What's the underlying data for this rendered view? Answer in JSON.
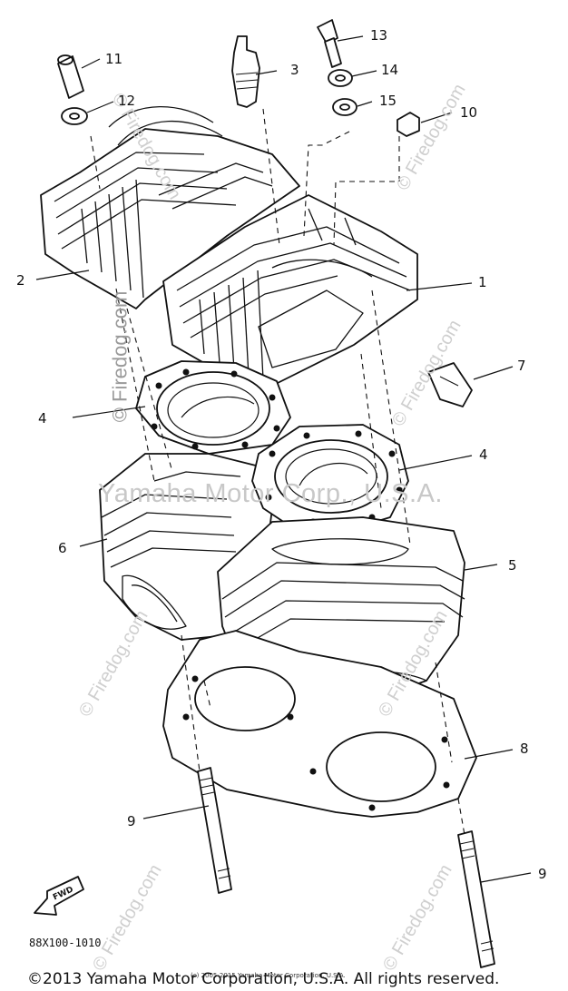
{
  "callouts": [
    "1",
    "2",
    "3",
    "4",
    "4",
    "5",
    "6",
    "7",
    "8",
    "9",
    "9",
    "10",
    "11",
    "12",
    "13",
    "14",
    "15"
  ],
  "watermark_main": "Yamaha Motor Corp., U.S.A.",
  "watermark_site": "© Firedog.com",
  "fwd_label": "FWD",
  "part_code": "88X100-1010",
  "small_copyright": "(c) 2005-2015 Yamaha Motor Corporation, U.S.A.",
  "copyright": "©2013 Yamaha Motor Corporation, U.S.A. All rights reserved."
}
